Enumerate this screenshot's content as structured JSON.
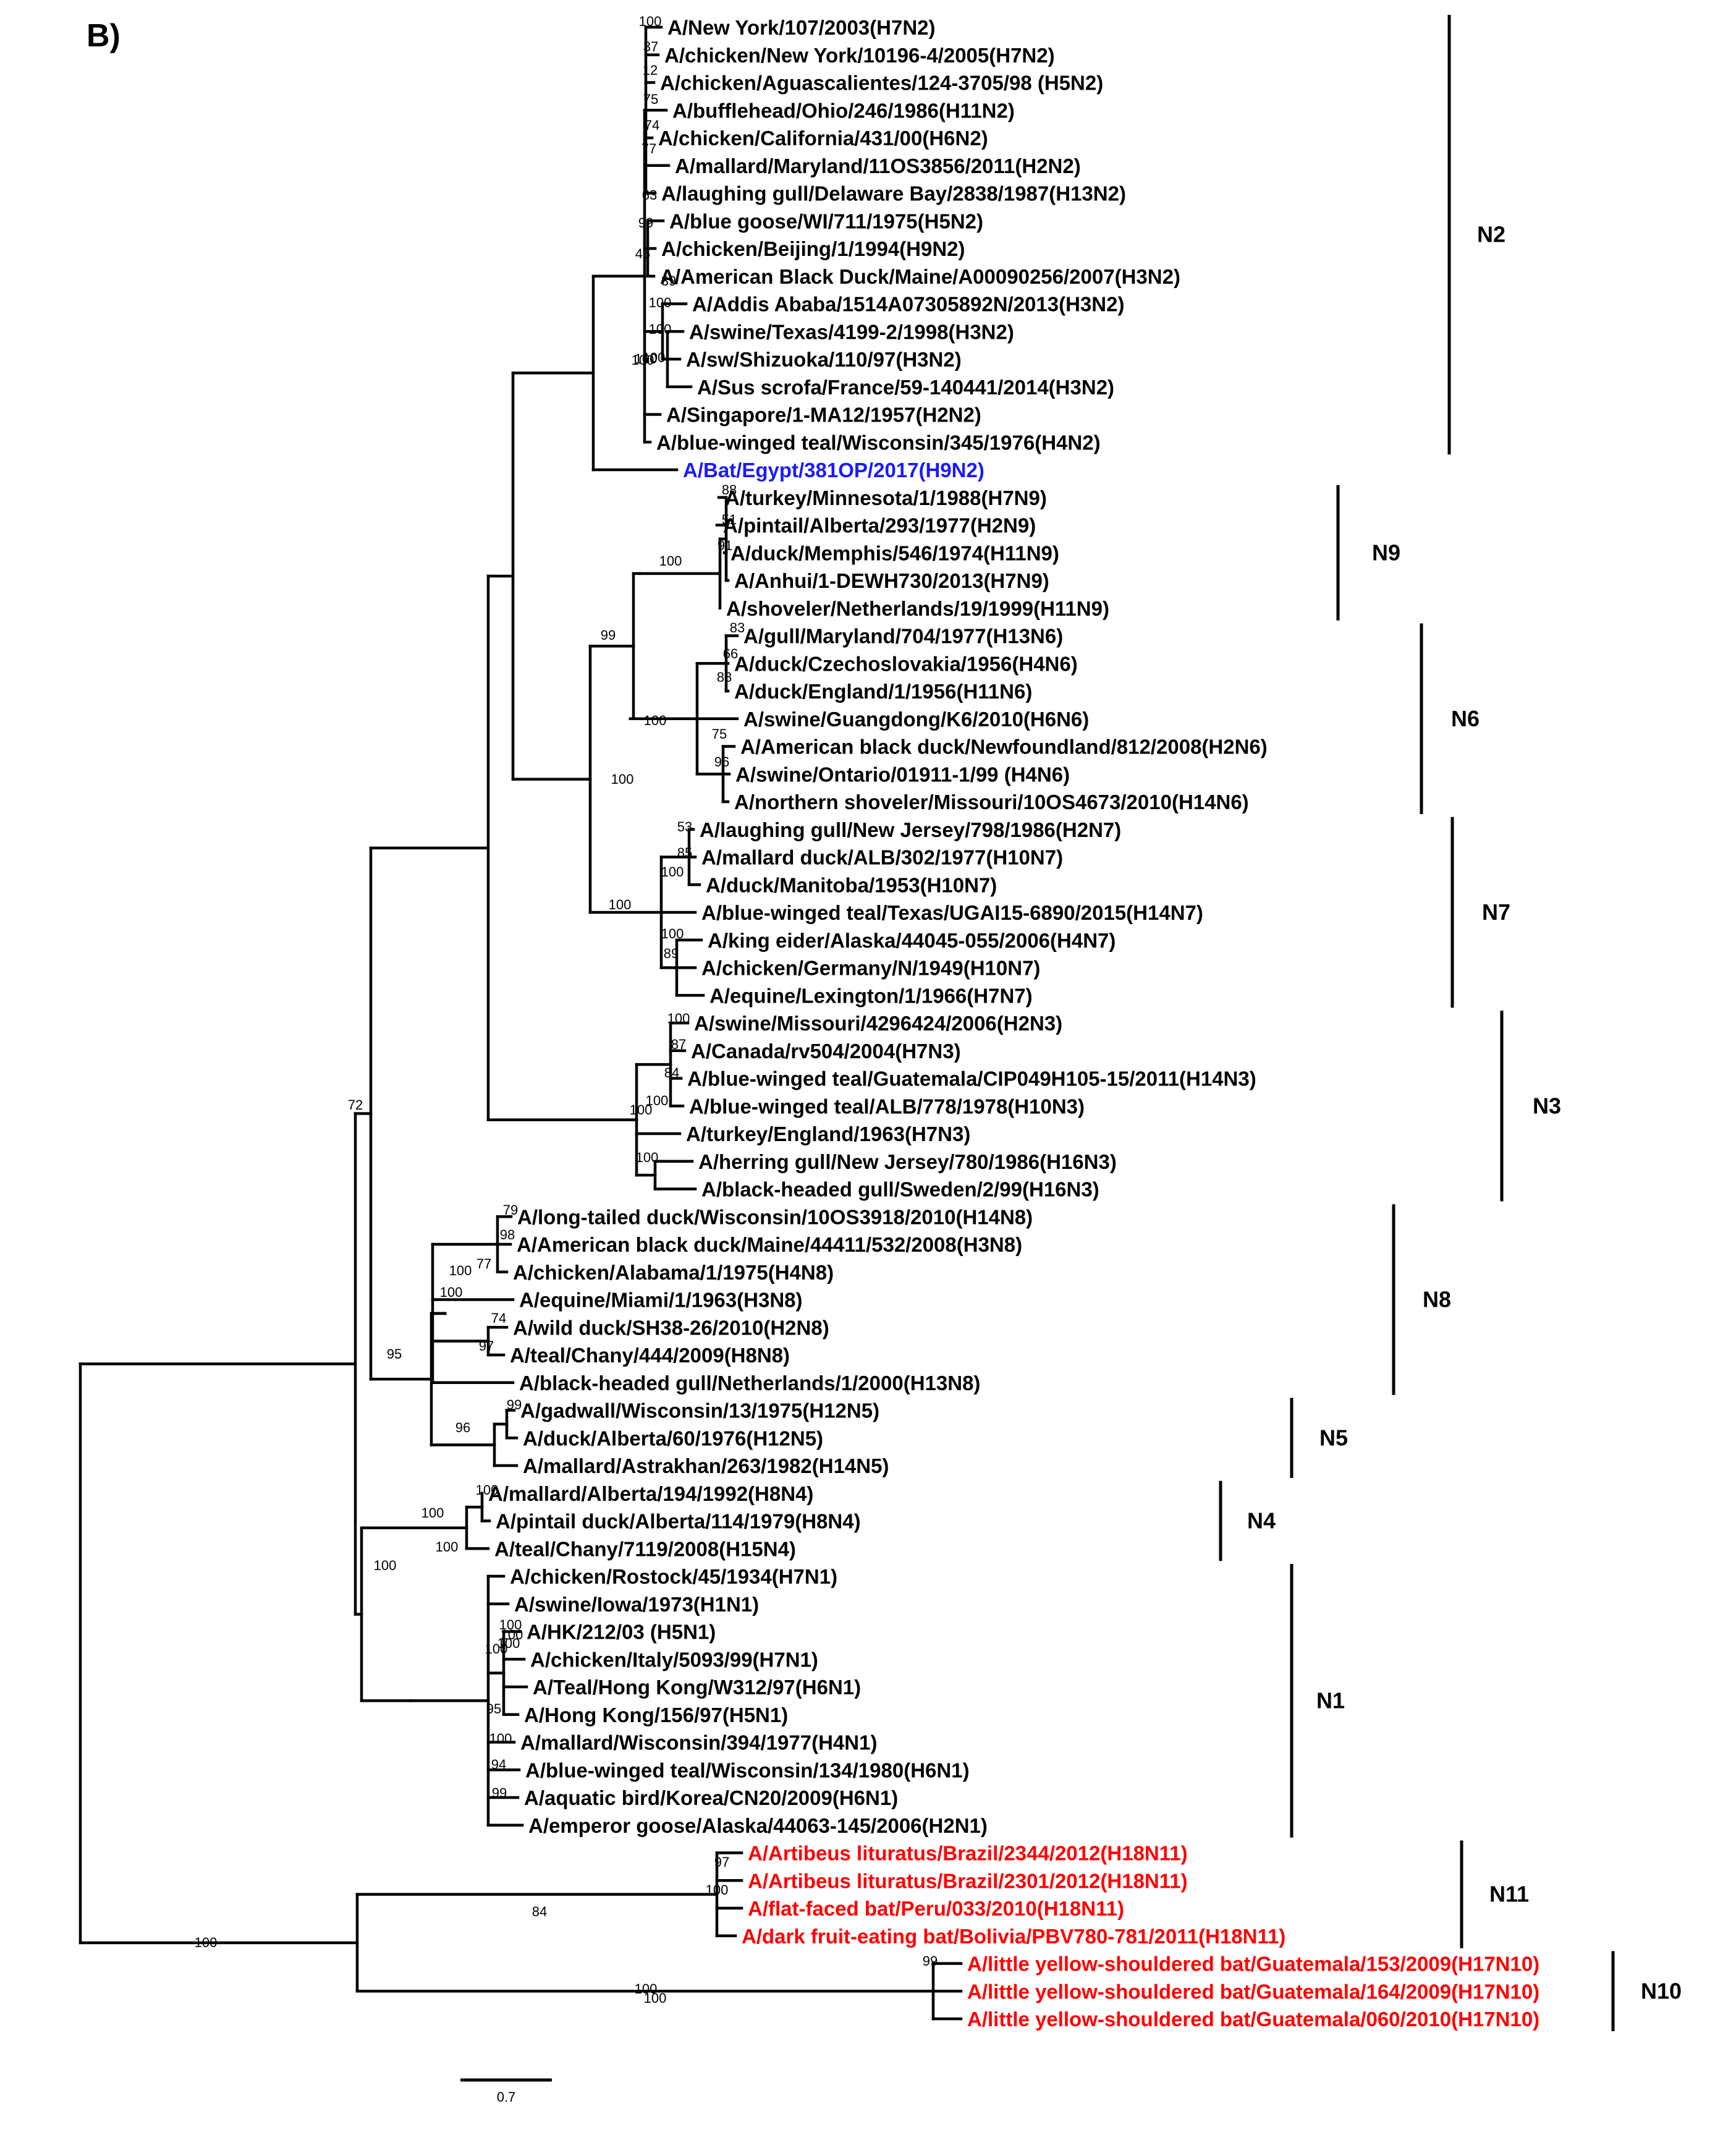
{
  "panel_label": "B)",
  "colors": {
    "default": "#000000",
    "query": "#1a1aff",
    "bat": "#ff0000"
  },
  "taxa": [
    {
      "id": "t0",
      "label": "A/New York/107/2003(H7N2)",
      "color": "default"
    },
    {
      "id": "t1",
      "label": "A/chicken/New York/10196-4/2005(H7N2)",
      "color": "default"
    },
    {
      "id": "t2",
      "label": "A/chicken/Aguascalientes/124-3705/98 (H5N2)",
      "color": "default"
    },
    {
      "id": "t3",
      "label": "A/bufflehead/Ohio/246/1986(H11N2)",
      "color": "default"
    },
    {
      "id": "t4",
      "label": "A/chicken/California/431/00(H6N2)",
      "color": "default"
    },
    {
      "id": "t5",
      "label": "A/mallard/Maryland/11OS3856/2011(H2N2)",
      "color": "default"
    },
    {
      "id": "t6",
      "label": "A/laughing gull/Delaware Bay/2838/1987(H13N2)",
      "color": "default"
    },
    {
      "id": "t7",
      "label": "A/blue goose/WI/711/1975(H5N2)",
      "color": "default"
    },
    {
      "id": "t8",
      "label": "A/chicken/Beijing/1/1994(H9N2)",
      "color": "default"
    },
    {
      "id": "t9",
      "label": "A/American Black Duck/Maine/A00090256/2007(H3N2)",
      "color": "default"
    },
    {
      "id": "t10",
      "label": "A/Addis Ababa/1514A07305892N/2013(H3N2)",
      "color": "default"
    },
    {
      "id": "t11",
      "label": "A/swine/Texas/4199-2/1998(H3N2)",
      "color": "default"
    },
    {
      "id": "t12",
      "label": "A/sw/Shizuoka/110/97(H3N2)",
      "color": "default"
    },
    {
      "id": "t13",
      "label": "A/Sus scrofa/France/59-140441/2014(H3N2)",
      "color": "default"
    },
    {
      "id": "t14",
      "label": "A/Singapore/1-MA12/1957(H2N2)",
      "color": "default"
    },
    {
      "id": "t15",
      "label": "A/blue-winged teal/Wisconsin/345/1976(H4N2)",
      "color": "default"
    },
    {
      "id": "t16",
      "label": "A/Bat/Egypt/381OP/2017(H9N2)",
      "color": "query"
    },
    {
      "id": "t17",
      "label": "A/turkey/Minnesota/1/1988(H7N9)",
      "color": "default"
    },
    {
      "id": "t18",
      "label": "A/pintail/Alberta/293/1977(H2N9)",
      "color": "default"
    },
    {
      "id": "t19",
      "label": "A/duck/Memphis/546/1974(H11N9)",
      "color": "default"
    },
    {
      "id": "t20",
      "label": "A/Anhui/1-DEWH730/2013(H7N9)",
      "color": "default"
    },
    {
      "id": "t21",
      "label": "A/shoveler/Netherlands/19/1999(H11N9)",
      "color": "default"
    },
    {
      "id": "t22",
      "label": "A/gull/Maryland/704/1977(H13N6)",
      "color": "default"
    },
    {
      "id": "t23",
      "label": "A/duck/Czechoslovakia/1956(H4N6)",
      "color": "default"
    },
    {
      "id": "t24",
      "label": "A/duck/England/1/1956(H11N6)",
      "color": "default"
    },
    {
      "id": "t25",
      "label": "A/swine/Guangdong/K6/2010(H6N6)",
      "color": "default"
    },
    {
      "id": "t26",
      "label": "A/American black duck/Newfoundland/812/2008(H2N6)",
      "color": "default"
    },
    {
      "id": "t27",
      "label": "A/swine/Ontario/01911-1/99 (H4N6)",
      "color": "default"
    },
    {
      "id": "t28",
      "label": "A/northern shoveler/Missouri/10OS4673/2010(H14N6)",
      "color": "default"
    },
    {
      "id": "t29",
      "label": "A/laughing gull/New Jersey/798/1986(H2N7)",
      "color": "default"
    },
    {
      "id": "t30",
      "label": "A/mallard duck/ALB/302/1977(H10N7)",
      "color": "default"
    },
    {
      "id": "t31",
      "label": "A/duck/Manitoba/1953(H10N7)",
      "color": "default"
    },
    {
      "id": "t32",
      "label": "A/blue-winged teal/Texas/UGAI15-6890/2015(H14N7)",
      "color": "default"
    },
    {
      "id": "t33",
      "label": "A/king eider/Alaska/44045-055/2006(H4N7)",
      "color": "default"
    },
    {
      "id": "t34",
      "label": "A/chicken/Germany/N/1949(H10N7)",
      "color": "default"
    },
    {
      "id": "t35",
      "label": "A/equine/Lexington/1/1966(H7N7)",
      "color": "default"
    },
    {
      "id": "t36",
      "label": "A/swine/Missouri/4296424/2006(H2N3)",
      "color": "default"
    },
    {
      "id": "t37",
      "label": "A/Canada/rv504/2004(H7N3)",
      "color": "default"
    },
    {
      "id": "t38",
      "label": "A/blue-winged teal/Guatemala/CIP049H105-15/2011(H14N3)",
      "color": "default"
    },
    {
      "id": "t39",
      "label": "A/blue-winged teal/ALB/778/1978(H10N3)",
      "color": "default"
    },
    {
      "id": "t40",
      "label": "A/turkey/England/1963(H7N3)",
      "color": "default"
    },
    {
      "id": "t41",
      "label": "A/herring gull/New Jersey/780/1986(H16N3)",
      "color": "default"
    },
    {
      "id": "t42",
      "label": "A/black-headed gull/Sweden/2/99(H16N3)",
      "color": "default"
    },
    {
      "id": "t43",
      "label": "A/long-tailed duck/Wisconsin/10OS3918/2010(H14N8)",
      "color": "default"
    },
    {
      "id": "t44",
      "label": "A/American black duck/Maine/44411/532/2008(H3N8)",
      "color": "default"
    },
    {
      "id": "t45",
      "label": "A/chicken/Alabama/1/1975(H4N8)",
      "color": "default"
    },
    {
      "id": "t46",
      "label": "A/equine/Miami/1/1963(H3N8)",
      "color": "default"
    },
    {
      "id": "t47",
      "label": "A/wild duck/SH38-26/2010(H2N8)",
      "color": "default"
    },
    {
      "id": "t48",
      "label": "A/teal/Chany/444/2009(H8N8)",
      "color": "default"
    },
    {
      "id": "t49",
      "label": "A/black-headed gull/Netherlands/1/2000(H13N8)",
      "color": "default"
    },
    {
      "id": "t50",
      "label": "A/gadwall/Wisconsin/13/1975(H12N5)",
      "color": "default"
    },
    {
      "id": "t51",
      "label": "A/duck/Alberta/60/1976(H12N5)",
      "color": "default"
    },
    {
      "id": "t52",
      "label": "A/mallard/Astrakhan/263/1982(H14N5)",
      "color": "default"
    },
    {
      "id": "t53",
      "label": "A/mallard/Alberta/194/1992(H8N4)",
      "color": "default"
    },
    {
      "id": "t54",
      "label": "A/pintail duck/Alberta/114/1979(H8N4)",
      "color": "default"
    },
    {
      "id": "t55",
      "label": "A/teal/Chany/7119/2008(H15N4)",
      "color": "default"
    },
    {
      "id": "t56",
      "label": "A/chicken/Rostock/45/1934(H7N1)",
      "color": "default"
    },
    {
      "id": "t57",
      "label": "A/swine/Iowa/1973(H1N1)",
      "color": "default"
    },
    {
      "id": "t58",
      "label": "A/HK/212/03 (H5N1)",
      "color": "default"
    },
    {
      "id": "t59",
      "label": "A/chicken/Italy/5093/99(H7N1)",
      "color": "default"
    },
    {
      "id": "t60",
      "label": "A/Teal/Hong Kong/W312/97(H6N1)",
      "color": "default"
    },
    {
      "id": "t61",
      "label": "A/Hong Kong/156/97(H5N1)",
      "color": "default"
    },
    {
      "id": "t62",
      "label": "A/mallard/Wisconsin/394/1977(H4N1)",
      "color": "default"
    },
    {
      "id": "t63",
      "label": "A/blue-winged teal/Wisconsin/134/1980(H6N1)",
      "color": "default"
    },
    {
      "id": "t64",
      "label": "A/aquatic bird/Korea/CN20/2009(H6N1)",
      "color": "default"
    },
    {
      "id": "t65",
      "label": "A/emperor goose/Alaska/44063-145/2006(H2N1)",
      "color": "default"
    },
    {
      "id": "t66",
      "label": "A/Artibeus lituratus/Brazil/2344/2012(H18N11)",
      "color": "bat"
    },
    {
      "id": "t67",
      "label": "A/Artibeus lituratus/Brazil/2301/2012(H18N11)",
      "color": "bat"
    },
    {
      "id": "t68",
      "label": "A/flat-faced bat/Peru/033/2010(H18N11)",
      "color": "bat"
    },
    {
      "id": "t69",
      "label": "A/dark fruit-eating bat/Bolivia/PBV780-781/2011(H18N11)",
      "color": "bat"
    },
    {
      "id": "t70",
      "label": "A/little yellow-shouldered bat/Guatemala/153/2009(H17N10)",
      "color": "bat"
    },
    {
      "id": "t71",
      "label": "A/little yellow-shouldered bat/Guatemala/164/2009(H17N10)",
      "color": "bat"
    },
    {
      "id": "t72",
      "label": "A/little yellow-shouldered bat/Guatemala/060/2010(H17N10)",
      "color": "bat"
    }
  ],
  "support_values": [
    "100",
    "37",
    "12",
    "75",
    "74",
    "77",
    "63",
    "99",
    "45",
    "39",
    "100",
    "100",
    "100",
    "100",
    "100",
    "88",
    "51",
    "91",
    "100",
    "99",
    "83",
    "66",
    "88",
    "100",
    "75",
    "96",
    "100",
    "53",
    "85",
    "100",
    "100",
    "100",
    "89",
    "100",
    "87",
    "84",
    "100",
    "100",
    "100",
    "72",
    "100",
    "79",
    "98",
    "77",
    "100",
    "74",
    "97",
    "95",
    "99",
    "96",
    "100",
    "100",
    "100",
    "100",
    "100",
    "100",
    "100",
    "100",
    "95",
    "100",
    "94",
    "99",
    "97",
    "100",
    "84",
    "100",
    "100",
    "99",
    "100"
  ],
  "clades": [
    "N2",
    "N9",
    "N6",
    "N7",
    "N3",
    "N8",
    "N5",
    "N4",
    "N1",
    "N11",
    "N10"
  ],
  "scale": {
    "label": "0.7"
  }
}
